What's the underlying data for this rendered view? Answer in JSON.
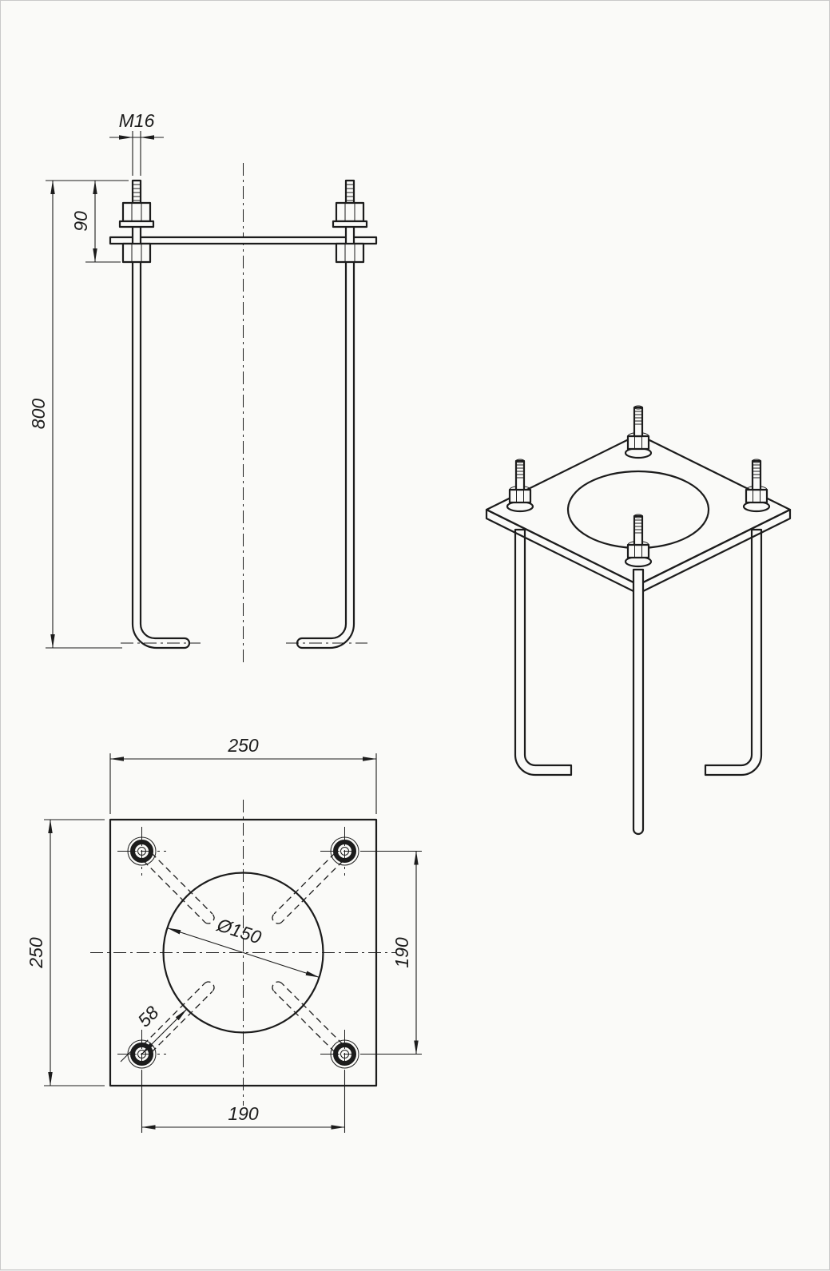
{
  "page": {
    "background": "#fafaf8",
    "line_color": "#1c1c1c",
    "plate_fill": "#d8d8d8"
  },
  "front_view": {
    "thread_label": "M16",
    "anchor_top_height": "90",
    "bolt_length": "800"
  },
  "plan_view": {
    "plate_width": "250",
    "plate_height": "250",
    "hole_diameter": "Ø150",
    "bolt_spacing_x": "190",
    "bolt_spacing_y": "190",
    "bolt_to_hole_offset": "58"
  }
}
